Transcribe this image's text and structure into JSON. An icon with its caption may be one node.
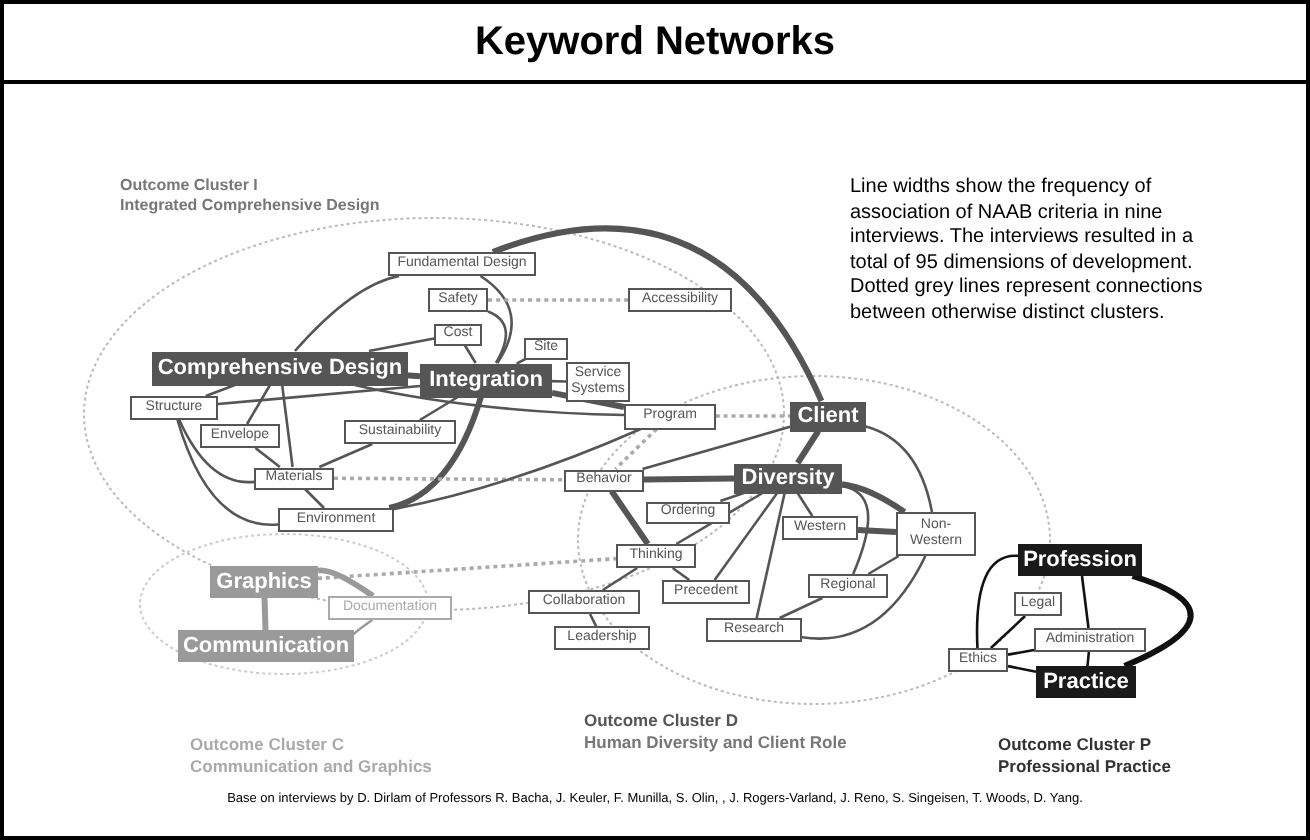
{
  "diagram": {
    "title": "Keyword Networks",
    "nodes": [
      {
        "text": [
          "Fundamental Design"
        ]
      },
      {
        "text": [
          "Safety"
        ]
      },
      {
        "text": [
          "Cost"
        ]
      },
      {
        "text": [
          "Accessibility"
        ]
      },
      {
        "text": [
          "Site"
        ]
      },
      {
        "text": [
          "Service Systems"
        ]
      },
      {
        "text": [
          "Comprehensive Design"
        ]
      },
      {
        "text": [
          "Integration"
        ]
      },
      {
        "text": [
          "Structure"
        ]
      },
      {
        "text": [
          "Envelope"
        ]
      },
      {
        "text": [
          "Sustainability"
        ]
      },
      {
        "text": [
          "Program"
        ]
      },
      {
        "text": [
          "Client"
        ]
      },
      {
        "text": [
          "Materials"
        ]
      },
      {
        "text": [
          "Environment"
        ]
      },
      {
        "text": [
          "Behavior"
        ]
      },
      {
        "text": [
          "Diversity"
        ]
      },
      {
        "text": [
          "Ordering"
        ]
      },
      {
        "text": [
          "Thinking"
        ]
      },
      {
        "text": [
          "Western"
        ]
      },
      {
        "text": [
          "Non-Western"
        ]
      },
      {
        "text": [
          "Graphics"
        ]
      },
      {
        "text": [
          "Documentation"
        ]
      },
      {
        "text": [
          "Communication"
        ]
      },
      {
        "text": [
          "Collaboration"
        ]
      },
      {
        "text": [
          "Precedent"
        ]
      },
      {
        "text": [
          "Regional"
        ]
      },
      {
        "text": [
          "Profession"
        ]
      },
      {
        "text": [
          "Leadership"
        ]
      },
      {
        "text": [
          "Research"
        ]
      },
      {
        "text": [
          "Legal"
        ]
      },
      {
        "text": [
          "Administration"
        ]
      },
      {
        "text": [
          "Ethics"
        ]
      },
      {
        "text": [
          "Practice"
        ]
      }
    ],
    "edges": [
      {
        "from": 6,
        "to": 7,
        "arrow": "none",
        "style": "thick"
      },
      {
        "from": 6,
        "to": 0,
        "arrow": "none"
      },
      {
        "from": 7,
        "to": 0,
        "arrow": "none"
      },
      {
        "from": 1,
        "to": 7,
        "arrow": "none"
      },
      {
        "from": 2,
        "to": 7,
        "arrow": "none"
      },
      {
        "from": 2,
        "to": 6,
        "arrow": "none"
      },
      {
        "from": 4,
        "to": 7,
        "arrow": "none"
      },
      {
        "from": 5,
        "to": 7,
        "arrow": "none"
      },
      {
        "from": 7,
        "to": 11,
        "arrow": "none",
        "style": "thick"
      },
      {
        "from": 6,
        "to": 8,
        "arrow": "none"
      },
      {
        "from": 6,
        "to": 9,
        "arrow": "none"
      },
      {
        "from": 6,
        "to": 13,
        "arrow": "none"
      },
      {
        "from": 8,
        "to": 13,
        "arrow": "none"
      },
      {
        "from": 9,
        "to": 13,
        "arrow": "none"
      },
      {
        "from": 13,
        "to": 10,
        "arrow": "none"
      },
      {
        "from": 10,
        "to": 7,
        "arrow": "none"
      },
      {
        "from": 7,
        "to": 14,
        "arrow": "none",
        "style": "thick"
      },
      {
        "from": 14,
        "to": 13,
        "arrow": "none"
      },
      {
        "from": 8,
        "to": 14,
        "arrow": "none"
      },
      {
        "from": 6,
        "to": 11,
        "arrow": "none"
      },
      {
        "from": 0,
        "to": 12,
        "arrow": "none",
        "style": "thick"
      },
      {
        "from": 1,
        "to": 3,
        "arrow": "none",
        "style": "dashed",
        "color": "#aaaaaa"
      },
      {
        "from": 11,
        "to": 12,
        "arrow": "none",
        "style": "dashed",
        "color": "#aaaaaa"
      },
      {
        "from": 11,
        "to": 15,
        "arrow": "none",
        "style": "dashed",
        "color": "#aaaaaa"
      },
      {
        "from": 13,
        "to": 15,
        "arrow": "none",
        "style": "dashed",
        "color": "#aaaaaa"
      },
      {
        "from": 21,
        "to": 18,
        "arrow": "none",
        "style": "dashed",
        "color": "#aaaaaa"
      },
      {
        "from": 12,
        "to": 16,
        "arrow": "none",
        "style": "thick"
      },
      {
        "from": 12,
        "to": 15,
        "arrow": "none"
      },
      {
        "from": 16,
        "to": 15,
        "arrow": "none",
        "style": "thick"
      },
      {
        "from": 16,
        "to": 17,
        "arrow": "none"
      },
      {
        "from": 16,
        "to": 18,
        "arrow": "none"
      },
      {
        "from": 16,
        "to": 25,
        "arrow": "none"
      },
      {
        "from": 16,
        "to": 29,
        "arrow": "none"
      },
      {
        "from": 16,
        "to": 19,
        "arrow": "none"
      },
      {
        "from": 16,
        "to": 26,
        "arrow": "none"
      },
      {
        "from": 16,
        "to": 20,
        "arrow": "none",
        "style": "thick"
      },
      {
        "from": 19,
        "to": 20,
        "arrow": "none",
        "style": "thick"
      },
      {
        "from": 26,
        "to": 20,
        "arrow": "none"
      },
      {
        "from": 29,
        "to": 20,
        "arrow": "none"
      },
      {
        "from": 29,
        "to": 26,
        "arrow": "none"
      },
      {
        "from": 15,
        "to": 18,
        "arrow": "none",
        "style": "thick"
      },
      {
        "from": 18,
        "to": 24,
        "arrow": "none"
      },
      {
        "from": 24,
        "to": 28,
        "arrow": "none"
      },
      {
        "from": 18,
        "to": 25,
        "arrow": "none"
      },
      {
        "from": 12,
        "to": 20,
        "arrow": "none"
      },
      {
        "from": 21,
        "to": 23,
        "arrow": "none",
        "style": "thick",
        "color": "#9a9a9a"
      },
      {
        "from": 21,
        "to": 22,
        "arrow": "none",
        "style": "thick",
        "color": "#9a9a9a"
      },
      {
        "from": 23,
        "to": 22,
        "arrow": "none",
        "color": "#9a9a9a"
      },
      {
        "from": 27,
        "to": 33,
        "arrow": "none",
        "style": "thick",
        "color": "#111111"
      },
      {
        "from": 27,
        "to": 32,
        "arrow": "none",
        "color": "#111111"
      },
      {
        "from": 32,
        "to": 33,
        "arrow": "none",
        "color": "#111111"
      },
      {
        "from": 32,
        "to": 30,
        "arrow": "none",
        "color": "#111111"
      },
      {
        "from": 32,
        "to": 31,
        "arrow": "none",
        "color": "#111111"
      },
      {
        "from": 27,
        "to": 31,
        "arrow": "none",
        "color": "#111111"
      },
      {
        "from": 8,
        "to": 7,
        "arrow": "none"
      },
      {
        "from": 14,
        "to": 11,
        "arrow": "none"
      },
      {
        "from": 31,
        "to": 33,
        "arrow": "none",
        "color": "#111111"
      }
    ],
    "labels": [
      "Outcome Cluster I",
      "Integrated Comprehensive Design",
      "Line widths show the frequency of association of NAAB criteria in nine interviews. The interviews resulted in a total of 95 dimensions of development. Dotted grey lines represent connections between otherwise distinct clusters.",
      "Outcome Cluster D",
      "Human Diversity and Client Role",
      "Outcome Cluster C",
      "Communication and Graphics",
      "Outcome Cluster P",
      "Professional Practice",
      "Base on interviews by D. Dirlam of Professors R. Bacha, J. Keuler, F. Munilla, S. Olin, , J. Rogers-Varland, J. Reno, S. Singeisen, T. Woods, D. Yang."
    ]
  }
}
